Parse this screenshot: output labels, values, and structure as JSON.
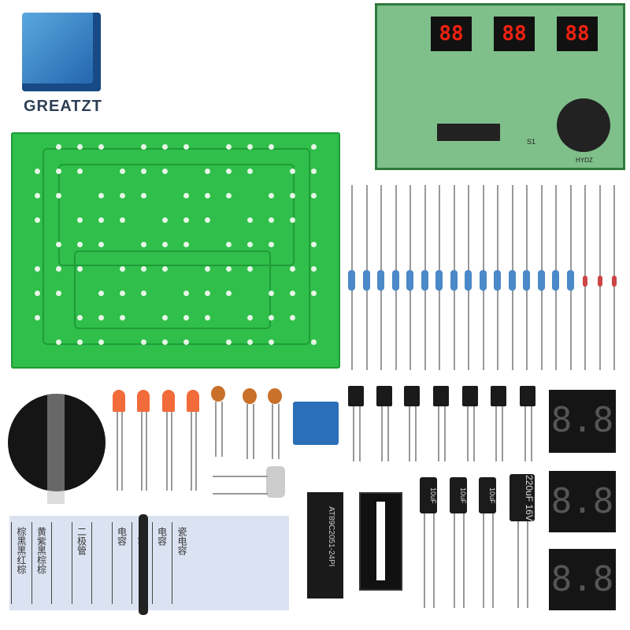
{
  "brand": {
    "name": "GREATZT",
    "cube_color": "#2f7dc4"
  },
  "assembled_board": {
    "displays": [
      "88",
      "88",
      "88"
    ],
    "switch_label": "S1",
    "board_label": "HYDZ"
  },
  "chip": {
    "label": "AT89C2051-24PI"
  },
  "capacitors": [
    {
      "label": "10uF"
    },
    {
      "label": "10uF"
    },
    {
      "label": "10uF"
    },
    {
      "label": "220uF 16V"
    }
  ],
  "seven_segment_displays": [
    "8.8",
    "8.8",
    "8.8"
  ],
  "label_sheet": {
    "columns": [
      "棕黑黑红棕",
      "黄紫黑棕棕",
      "",
      "二极管",
      "",
      "电容",
      "电容",
      "电容",
      "瓷电容"
    ]
  },
  "colors": {
    "pcb": "#2fbf4a",
    "led": "#f26b3a",
    "terminal": "#2a6fb8",
    "resistor": "#4b89c8"
  }
}
